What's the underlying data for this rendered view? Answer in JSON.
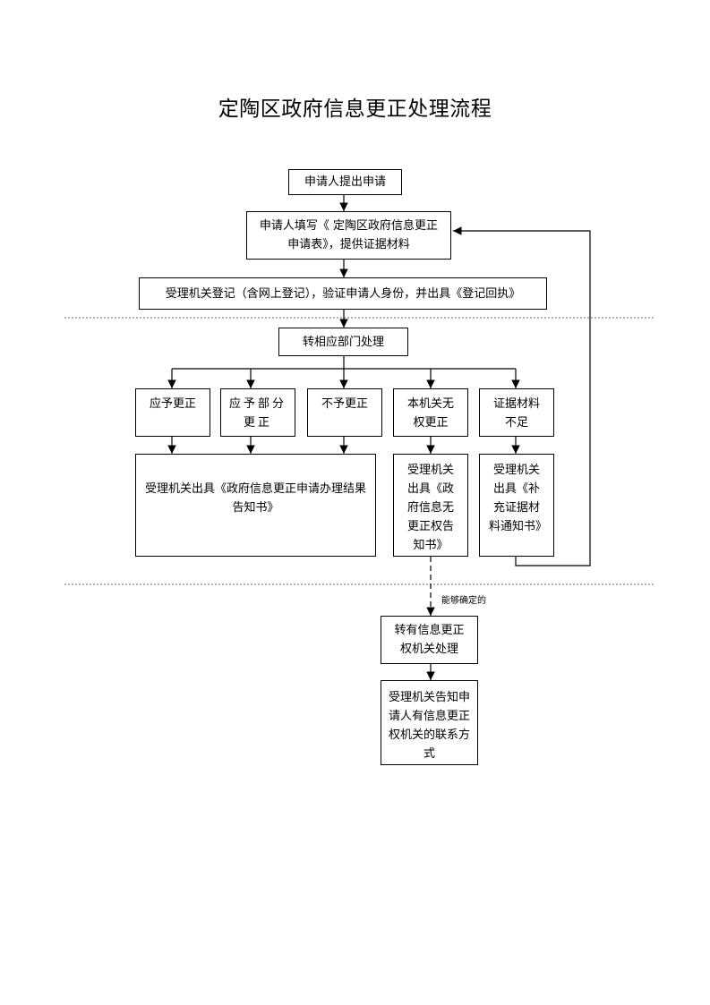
{
  "title": "定陶区政府信息更正处理流程",
  "steps": {
    "apply": "申请人提出申请",
    "fill_form": "申请人填写《 定陶区政府信息更正申请表》，提供证据材料",
    "register": "受理机关登记（含网上登记），验证申请人身份，并出具《登记回执》",
    "transfer_dept": "转相应部门处理"
  },
  "decisions": [
    "应予更正",
    "应予部分更正",
    "不予更正",
    "本机关无权更正",
    "证据材料不足"
  ],
  "results": {
    "handle_notice": "受理机关出具《政府信息更正申请办理结果告知书》",
    "no_authority_notice": "受理机关出具《政府信息无更正权告知书》",
    "supplement_notice": "受理机关出具《补充证据材料通知书》"
  },
  "branch_note": "能够确定的",
  "transfer_authority": "转有信息更正权机关处理",
  "inform_contact": "受理机关告知申请人有信息更正权机关的联系方式"
}
